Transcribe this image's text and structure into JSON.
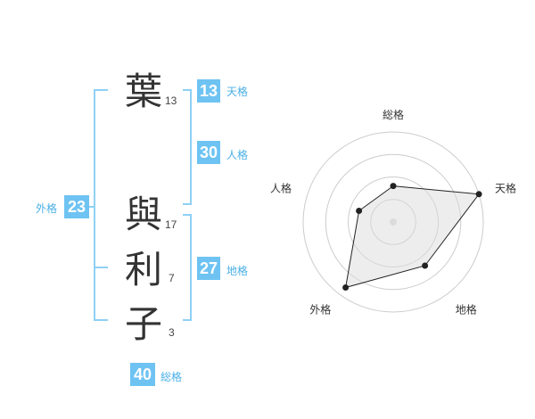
{
  "name": {
    "chars": [
      {
        "char": "葉",
        "strokes": "13"
      },
      {
        "char": "與",
        "strokes": "17"
      },
      {
        "char": "利",
        "strokes": "7"
      },
      {
        "char": "子",
        "strokes": "3"
      }
    ]
  },
  "fortune": {
    "tenkaku": {
      "value": "13",
      "label": "天格"
    },
    "jinkaku": {
      "value": "30",
      "label": "人格"
    },
    "chikaku": {
      "value": "27",
      "label": "地格"
    },
    "gaikaku": {
      "value": "23",
      "label": "外格"
    },
    "soukaku": {
      "value": "40",
      "label": "総格"
    }
  },
  "colors": {
    "badge": "#6ec3f2",
    "bracket": "#8fd0f5",
    "label": "#4ab0e6",
    "radar_fill": "#eeeeee",
    "ring": "#cccccc"
  },
  "chart_data": {
    "type": "radar",
    "axes": [
      "総格",
      "天格",
      "地格",
      "外格",
      "人格"
    ],
    "values": [
      0.4,
      1.0,
      0.6,
      0.9,
      0.4
    ],
    "max": 1.0,
    "rings": 4
  }
}
